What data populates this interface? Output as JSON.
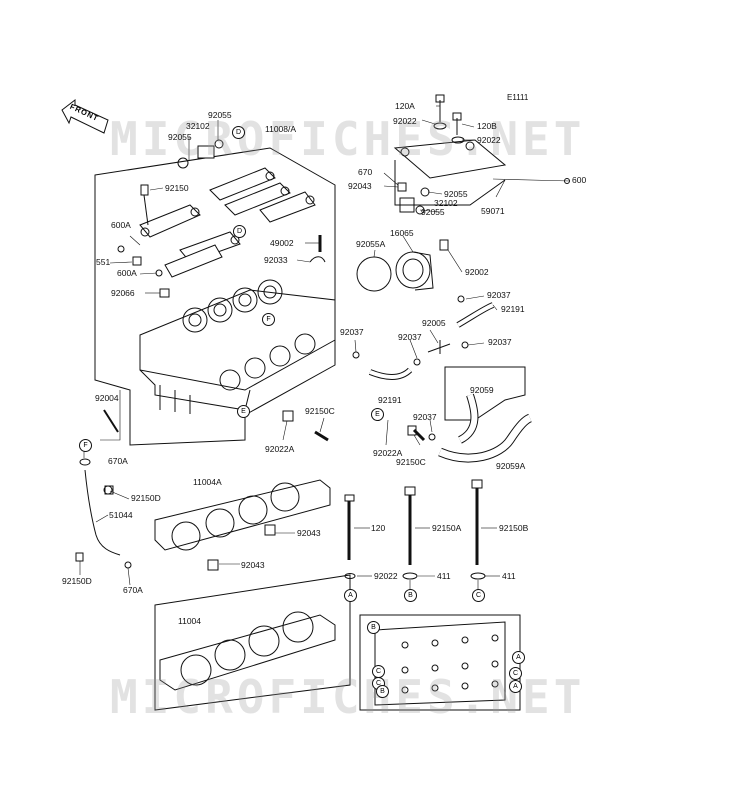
{
  "diagram_code": "E1111",
  "front_label": "FRONT",
  "watermark": "MICROFICHES.NET",
  "parts": [
    {
      "id": "p120A",
      "text": "120A"
    },
    {
      "id": "p92022a",
      "text": "92022"
    },
    {
      "id": "p120B",
      "text": "120B"
    },
    {
      "id": "p92022b",
      "text": "92022"
    },
    {
      "id": "p670a",
      "text": "670"
    },
    {
      "id": "p600",
      "text": "600"
    },
    {
      "id": "p92043a",
      "text": "92043"
    },
    {
      "id": "p92055a",
      "text": "92055"
    },
    {
      "id": "p32102a",
      "text": "32102"
    },
    {
      "id": "p92055b",
      "text": "92055"
    },
    {
      "id": "p59071",
      "text": "59071"
    },
    {
      "id": "p92055c",
      "text": "92055"
    },
    {
      "id": "p32102b",
      "text": "32102"
    },
    {
      "id": "p92055d",
      "text": "92055"
    },
    {
      "id": "p11008A",
      "text": "11008/A"
    },
    {
      "id": "p92150",
      "text": "92150"
    },
    {
      "id": "p600A",
      "text": "600A"
    },
    {
      "id": "p551",
      "text": "551"
    },
    {
      "id": "p600Ab",
      "text": "600A"
    },
    {
      "id": "p92066",
      "text": "92066"
    },
    {
      "id": "p49002",
      "text": "49002"
    },
    {
      "id": "p92033",
      "text": "92033"
    },
    {
      "id": "p92055A",
      "text": "92055A"
    },
    {
      "id": "p16065",
      "text": "16065"
    },
    {
      "id": "p92002",
      "text": "92002"
    },
    {
      "id": "p92037a",
      "text": "92037"
    },
    {
      "id": "p92191a",
      "text": "92191"
    },
    {
      "id": "p92005",
      "text": "92005"
    },
    {
      "id": "p92037b",
      "text": "92037"
    },
    {
      "id": "p92037c",
      "text": "92037"
    },
    {
      "id": "p92037d",
      "text": "92037"
    },
    {
      "id": "p92191b",
      "text": "92191"
    },
    {
      "id": "p92059",
      "text": "92059"
    },
    {
      "id": "p92059A",
      "text": "92059A"
    },
    {
      "id": "p92037e",
      "text": "92037"
    },
    {
      "id": "p92022Aa",
      "text": "92022A"
    },
    {
      "id": "p92150Ca",
      "text": "92150C"
    },
    {
      "id": "p92004",
      "text": "92004"
    },
    {
      "id": "p92150Cb",
      "text": "92150C"
    },
    {
      "id": "p92022Ab",
      "text": "92022A"
    },
    {
      "id": "p670A",
      "text": "670A"
    },
    {
      "id": "p11004A",
      "text": "11004A"
    },
    {
      "id": "p92150Da",
      "text": "92150D"
    },
    {
      "id": "p51044",
      "text": "51044"
    },
    {
      "id": "p92043b",
      "text": "92043"
    },
    {
      "id": "p92043c",
      "text": "92043"
    },
    {
      "id": "p92150Db",
      "text": "92150D"
    },
    {
      "id": "p670Ab",
      "text": "670A"
    },
    {
      "id": "p120",
      "text": "120"
    },
    {
      "id": "p92150A",
      "text": "92150A"
    },
    {
      "id": "p92150B",
      "text": "92150B"
    },
    {
      "id": "p92022c",
      "text": "92022"
    },
    {
      "id": "p411a",
      "text": "411"
    },
    {
      "id": "p411b",
      "text": "411"
    },
    {
      "id": "p11004",
      "text": "11004"
    }
  ],
  "callouts": [
    {
      "id": "cD1",
      "text": "D"
    },
    {
      "id": "cD2",
      "text": "D"
    },
    {
      "id": "cF1",
      "text": "F"
    },
    {
      "id": "cE1",
      "text": "E"
    },
    {
      "id": "cE2",
      "text": "E"
    },
    {
      "id": "cF2",
      "text": "F"
    },
    {
      "id": "cA1",
      "text": "A"
    },
    {
      "id": "cB1",
      "text": "B"
    },
    {
      "id": "cC1",
      "text": "C"
    },
    {
      "id": "cB2",
      "text": "B"
    },
    {
      "id": "cC2",
      "text": "C"
    },
    {
      "id": "cC3",
      "text": "C"
    },
    {
      "id": "cB3",
      "text": "B"
    },
    {
      "id": "cA2",
      "text": "A"
    },
    {
      "id": "cA3",
      "text": "A"
    },
    {
      "id": "cC4",
      "text": "C"
    }
  ]
}
